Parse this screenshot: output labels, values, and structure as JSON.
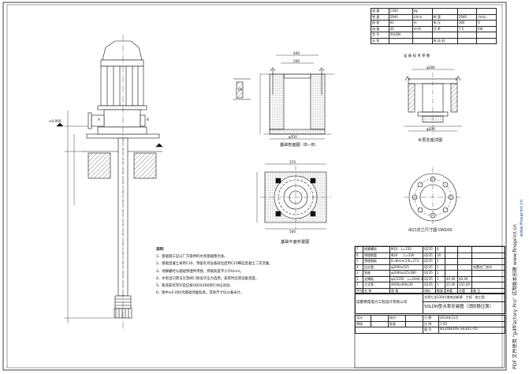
{
  "spec_table": {
    "rows": [
      {
        "k1": "流 量",
        "v1": "1160",
        "u1": "kg",
        "k2": "",
        "v2": "",
        "u2": ""
      },
      {
        "k1": "转 速",
        "v1": "2940",
        "u1": "r/min",
        "k2": "转 速",
        "v2": "2940",
        "u2": "r/min"
      },
      {
        "k1": "扬 程",
        "v1": "63",
        "u1": "m",
        "k2": "电 压",
        "v2": "380",
        "u2": "V"
      },
      {
        "k1": "流 量",
        "v1": "30",
        "u1": "m³/h",
        "k2": "功 率",
        "v2": "7.5",
        "u2": "kW"
      },
      {
        "k1": "型 号",
        "v1": "50LDN",
        "u1": "",
        "k2": "",
        "v2": "",
        "u2": ""
      },
      {
        "k1": "水 泵",
        "v1": "",
        "u1": "",
        "k2": "电 动 机",
        "v2": "",
        "u2": ""
      }
    ],
    "caption": "设 备 技 术 参 数"
  },
  "views": {
    "foundation_section": "基础剖面图（B－B）",
    "support_detail": "水泵支座详图",
    "foundation_plan": "基础平面布置图",
    "outlet_flange": "出口法兰尺寸图 DN100"
  },
  "dims": {
    "top_400": "400",
    "top_200": "200",
    "phi_350": "φ350",
    "phi_280": "φ280",
    "phi_200": "φ200",
    "dim_370": "370",
    "dim_500": "500",
    "dim_65": "65",
    "elev_0": "±0.000",
    "section_a": "A",
    "section_b": "B"
  },
  "notes": {
    "heading": "说明：",
    "items": [
      "1、基础施工应以厂方提供的水泵基础图为准。",
      "2、基础混凝土采用C20，预留孔待设备就位后用C25细石混凝土二次浇灌。",
      "3、地脚螺栓与基础预埋件焊接，焊缝高度不小于6mm。",
      "4、水泵出口管法兰及阀门按设计压力选用，安装时应保证垂直度。",
      "5、管道安装完毕后应按GB50268进行水压试验。",
      "6、图中±0.000为基础顶面标高，其余尺寸均以毫米计。"
    ]
  },
  "bom": {
    "header": [
      "序号",
      "名 称",
      "规 格",
      "材料",
      "数量",
      "单重",
      "总重",
      "备 注"
    ],
    "rows": [
      [
        "7",
        "地脚螺栓",
        "M16　L=150",
        "Q235",
        "4",
        "",
        "",
        " "
      ],
      [
        "6",
        "预埋钢管",
        "Φ20　　L=330",
        "Q235",
        "16",
        "",
        "",
        " "
      ],
      [
        "5",
        "预埋钢板",
        "δ=8mm(2)δ=273　δ=10",
        "Q235",
        "2",
        "",
        "",
        " "
      ],
      [
        "4",
        "出水管",
        "φ2000x325",
        "Q235",
        "1",
        "",
        "",
        "布置在厂房内"
      ],
      [
        "3",
        "泵座",
        "φ2000x325/380",
        "Q235",
        "1",
        "",
        "",
        " "
      ],
      [
        "2",
        "支撑板",
        "φ2/2350　L=2044.3",
        "Q235",
        "1",
        "40.40",
        "40.40",
        " "
      ],
      [
        "1",
        "立式泵",
        "4000x400x30",
        "Q235",
        "1",
        "21.00",
        "331.00",
        " "
      ]
    ]
  },
  "title_block": {
    "company": "成都扬电电力工程设计有限公司",
    "project": "甘肃九龙330kV变电站新建　工程　施工图",
    "drawing_title": "50LDN型水泵安装图（消防稳压泵）",
    "date_label": "日 期",
    "date": "2014年11月",
    "scale_label": "比 例",
    "scale": "1:50",
    "number_label": "图 号",
    "number": "B1Z0B44S-S0301-05",
    "roles": [
      "设计",
      "校对",
      "审核",
      "批准"
    ]
  },
  "side_text": {
    "watermark": "PDF 文件使用 \"pdfFactory Pro\" 试用版本创建 www.fineprint.cn",
    "url": "www.fineprint.cn"
  }
}
